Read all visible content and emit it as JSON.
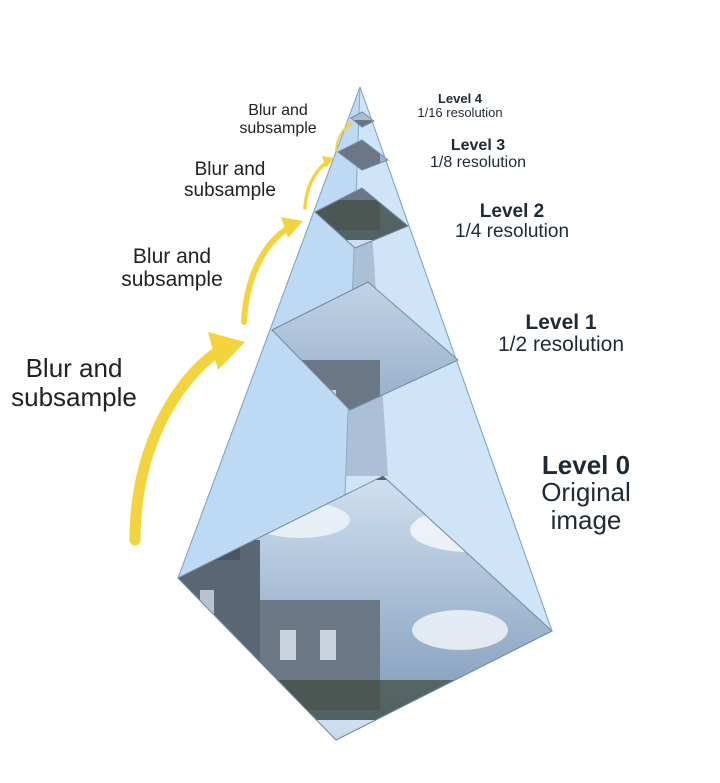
{
  "colors": {
    "pyramid_fill": "#a9cdf0",
    "pyramid_edge": "#7fa6c8",
    "arrow": "#f3d43c",
    "sky": "#a8c4e0",
    "cloud": "#eef3f9",
    "building": "#56626f"
  },
  "levels": [
    {
      "title": "Level 0",
      "subtitle_line1": "Original",
      "subtitle_line2": "image"
    },
    {
      "title": "Level 1",
      "subtitle": "1/2 resolution"
    },
    {
      "title": "Level 2",
      "subtitle": "1/4 resolution"
    },
    {
      "title": "Level 3",
      "subtitle": "1/8 resolution"
    },
    {
      "title": "Level 4",
      "subtitle": "1/16 resolution"
    }
  ],
  "arrows": [
    {
      "line1": "Blur and",
      "line2": "subsample"
    },
    {
      "line1": "Blur and",
      "line2": "subsample"
    },
    {
      "line1": "Blur and",
      "line2": "subsample"
    },
    {
      "line1": "Blur and",
      "line2": "subsample"
    }
  ],
  "icons": {
    "arrow": "curved-arrow-icon"
  }
}
